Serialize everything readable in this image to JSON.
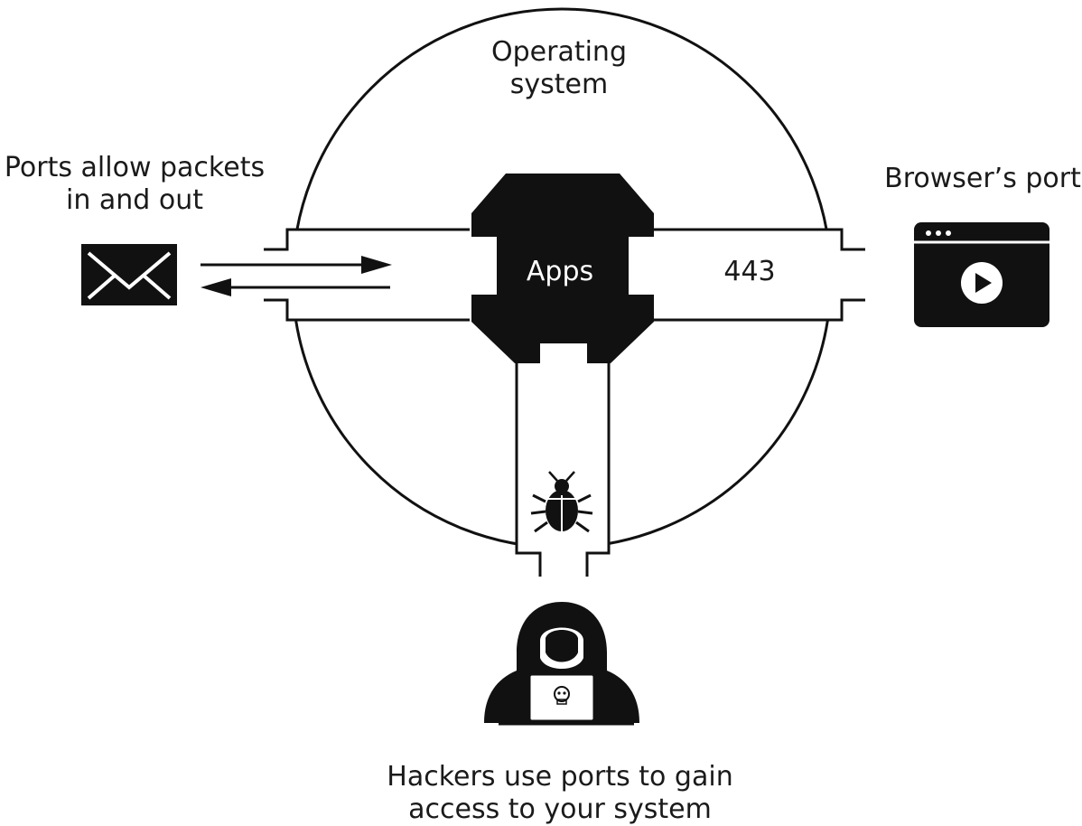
{
  "labels": {
    "operating_system": [
      "Operating",
      "system"
    ],
    "ports_allow": [
      "Ports allow packets",
      "in and out"
    ],
    "browsers_port": "Browser’s port",
    "apps": "Apps",
    "port_number": "443",
    "hackers": [
      "Hackers use ports to gain",
      "access to your system"
    ]
  },
  "icons": {
    "mail": "envelope-icon",
    "browser": "browser-window-icon",
    "bug": "bug-icon",
    "hacker": "hooded-hacker-icon"
  },
  "colors": {
    "ink": "#111111",
    "paper": "#ffffff"
  }
}
